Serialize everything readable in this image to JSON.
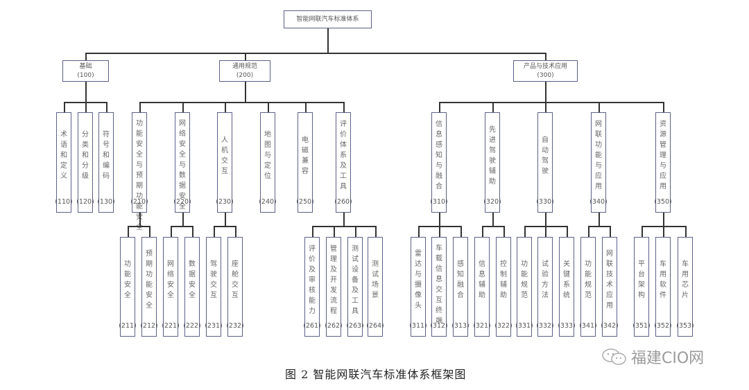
{
  "diagram": {
    "root": {
      "code": "",
      "label": "智能网联汽车标准体系"
    },
    "categories": [
      {
        "label": "基础",
        "code": "(100)",
        "children": [
          {
            "label": "术语和定义",
            "code": "(110)",
            "children": []
          },
          {
            "label": "分类和分级",
            "code": "(120)",
            "children": []
          },
          {
            "label": "符号和编码",
            "code": "(130)",
            "children": []
          }
        ]
      },
      {
        "label": "通用规范",
        "code": "(200)",
        "children": [
          {
            "label": "功能安全与预期功能安全",
            "code": "(210)",
            "children": [
              {
                "label": "功能安全",
                "code": "(211)"
              },
              {
                "label": "预期功能安全",
                "code": "(212)"
              }
            ]
          },
          {
            "label": "网络安全与数据安全",
            "code": "(220)",
            "children": [
              {
                "label": "网络安全",
                "code": "(221)"
              },
              {
                "label": "数据安全",
                "code": "(222)"
              }
            ]
          },
          {
            "label": "人机交互",
            "code": "(230)",
            "children": [
              {
                "label": "驾驶交互",
                "code": "(231)"
              },
              {
                "label": "座舱交互",
                "code": "(232)"
              }
            ]
          },
          {
            "label": "地图与定位",
            "code": "(240)",
            "children": []
          },
          {
            "label": "电磁兼容",
            "code": "(250)",
            "children": []
          },
          {
            "label": "评价体系及工具",
            "code": "(260)",
            "children": [
              {
                "label": "评价及审核能力",
                "code": "(261)"
              },
              {
                "label": "管理及开发流程",
                "code": "(262)"
              },
              {
                "label": "测试设备及工具",
                "code": "(263)"
              },
              {
                "label": "测试场景",
                "code": "(264)"
              }
            ]
          }
        ]
      },
      {
        "label": "产品与技术应用",
        "code": "(300)",
        "children": [
          {
            "label": "信息感知与融合",
            "code": "(310)",
            "children": [
              {
                "label": "雷达与摄像头",
                "code": "(311)"
              },
              {
                "label": "车载信息交互终端",
                "code": "(312)"
              },
              {
                "label": "感知融合",
                "code": "(313)"
              }
            ]
          },
          {
            "label": "先进驾驶辅助",
            "code": "(320)",
            "children": [
              {
                "label": "信息辅助",
                "code": "(321)"
              },
              {
                "label": "控制辅助",
                "code": "(322)"
              }
            ]
          },
          {
            "label": "自动驾驶",
            "code": "(330)",
            "children": [
              {
                "label": "功能规范",
                "code": "(331)"
              },
              {
                "label": "试验方法",
                "code": "(332)"
              },
              {
                "label": "关键系统",
                "code": "(333)"
              }
            ]
          },
          {
            "label": "网联功能与应用",
            "code": "(340)",
            "children": [
              {
                "label": "功能规范",
                "code": "(341)"
              },
              {
                "label": "网联技术应用",
                "code": "(342)"
              }
            ]
          },
          {
            "label": "资源管理与应用",
            "code": "(350)",
            "children": [
              {
                "label": "平台架构",
                "code": "(351)"
              },
              {
                "label": "车用软件",
                "code": "(352)"
              },
              {
                "label": "车用芯片",
                "code": "(353)"
              }
            ]
          }
        ]
      }
    ]
  },
  "caption": "图 2 智能网联汽车标准体系框架图",
  "watermark": {
    "icon": "wechat-icon",
    "text": "福建CIO网"
  },
  "colors": {
    "box_border": "#5b5f86",
    "line": "#333333",
    "text": "#555555"
  }
}
